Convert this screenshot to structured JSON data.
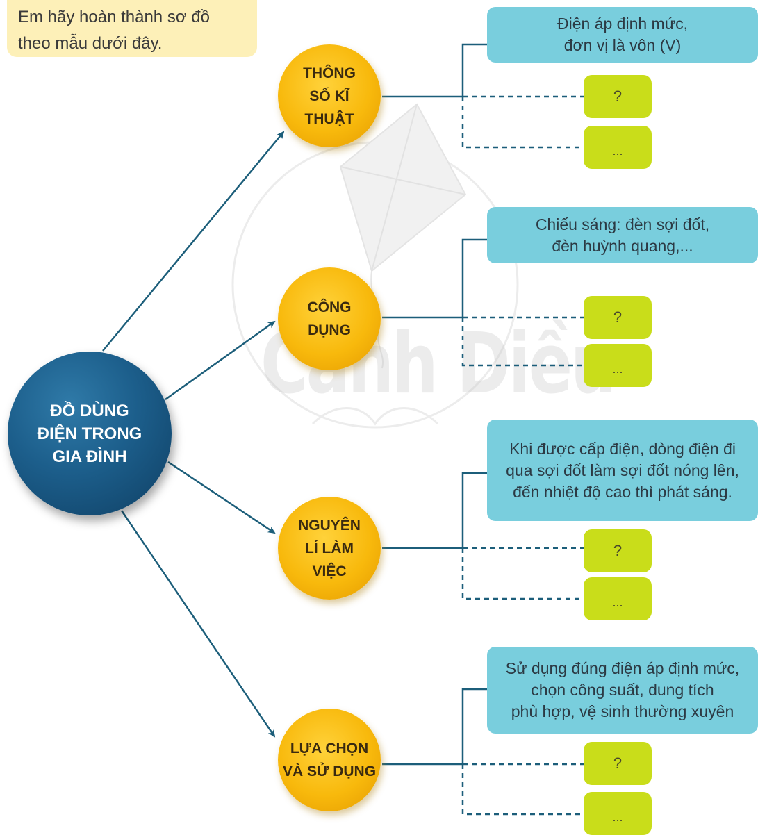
{
  "instruction": {
    "line1": "Em hãy hoàn thành sơ đồ",
    "line2": "theo mẫu dưới đây."
  },
  "watermark": "Cánh Diều",
  "center": {
    "line1": "ĐỒ DÙNG",
    "line2": "ĐIỆN TRONG",
    "line3": "GIA ĐÌNH"
  },
  "branches": [
    {
      "title_lines": [
        "THÔNG",
        "SỐ KĨ",
        "THUẬT"
      ],
      "example_lines": [
        "Điện áp định mức,",
        "đơn vị là vôn (V)"
      ],
      "placeholder_question": "?",
      "placeholder_more": "..."
    },
    {
      "title_lines": [
        "CÔNG",
        "DỤNG"
      ],
      "example_lines": [
        "Chiếu sáng: đèn sợi đốt,",
        "đèn huỳnh quang,..."
      ],
      "placeholder_question": "?",
      "placeholder_more": "..."
    },
    {
      "title_lines": [
        "NGUYÊN",
        "LÍ LÀM",
        "VIỆC"
      ],
      "example_lines": [
        "Khi được cấp điện, dòng điện đi",
        "qua sợi đốt làm sợi đốt nóng lên,",
        "đến nhiệt độ cao thì phát sáng."
      ],
      "placeholder_question": "?",
      "placeholder_more": "..."
    },
    {
      "title_lines": [
        "LỰA CHỌN",
        "VÀ SỬ DỤNG"
      ],
      "example_lines": [
        "Sử dụng đúng điện áp định mức,",
        "chọn công suất, dung tích",
        "phù hợp, vệ sinh thường xuyên"
      ],
      "placeholder_question": "?",
      "placeholder_more": "..."
    }
  ],
  "colors": {
    "center": "#1c5e8b",
    "bubble": "#f8b90c",
    "info_box": "#79cedd",
    "answer_box": "#c9dd1a",
    "connector": "#1c5e7a"
  }
}
